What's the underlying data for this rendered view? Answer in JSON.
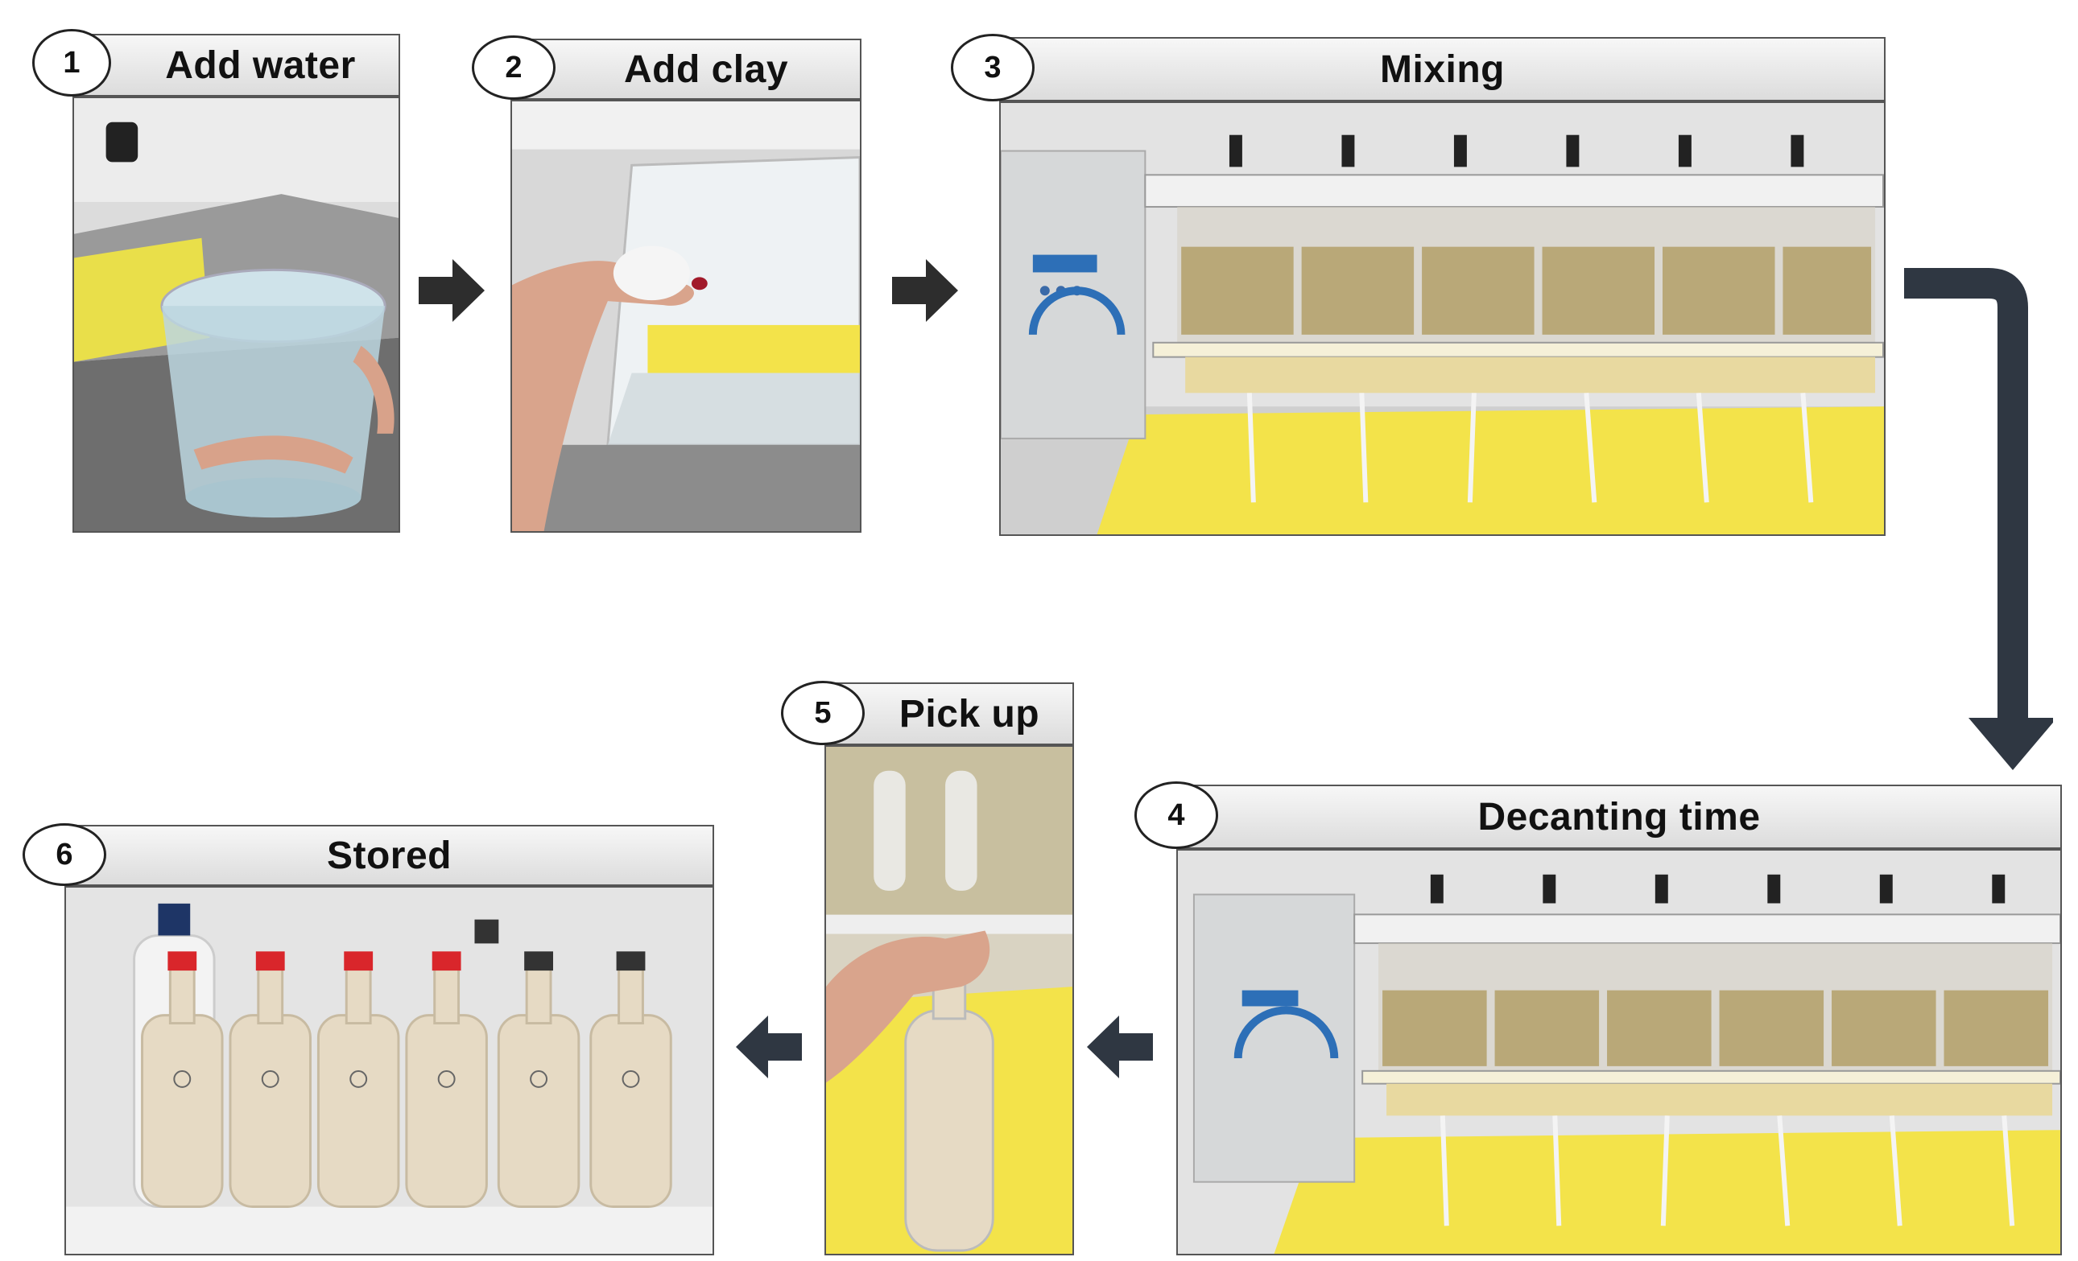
{
  "steps": [
    {
      "number": "1",
      "label": "Add water"
    },
    {
      "number": "2",
      "label": "Add clay"
    },
    {
      "number": "3",
      "label": "Mixing"
    },
    {
      "number": "4",
      "label": "Decanting time"
    },
    {
      "number": "5",
      "label": "Pick up"
    },
    {
      "number": "6",
      "label": "Stored"
    }
  ],
  "colors": {
    "arrow": "#2d2d2d",
    "arrow_flow": "#2f3742",
    "turbid_water": "#b9a878",
    "bench_yellow": "#f3e34a",
    "bottle_milk": "#e6dac4",
    "cap_red": "#d9262b"
  },
  "icons": [
    "arrow-right-icon",
    "elbow-arrow-down-icon",
    "arrow-left-icon"
  ]
}
